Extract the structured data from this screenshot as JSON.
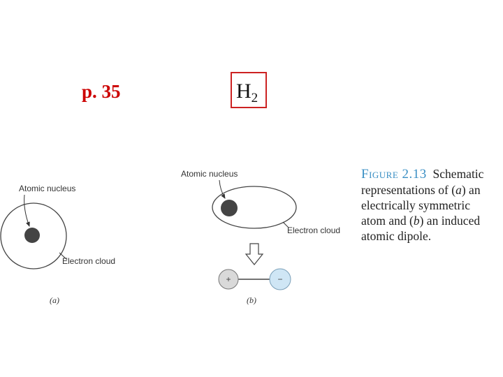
{
  "header": {
    "page_ref": "p. 35",
    "formula_base": "H",
    "formula_sub": "2"
  },
  "figure_a": {
    "nucleus_label": "Atomic nucleus",
    "cloud_label": "Electron cloud",
    "caption": "(a)"
  },
  "figure_b": {
    "nucleus_label": "Atomic nucleus",
    "cloud_label": "Electron cloud",
    "plus_sign": "+",
    "minus_sign": "−",
    "caption": "(b)"
  },
  "caption": {
    "figure_label": "Figure 2.13",
    "line1": "Schematic",
    "line2_pre": "representations of (",
    "line2_a": "a",
    "line2_post": ") an",
    "line3": "electrically symmetric",
    "line4_pre": "atom and (",
    "line4_b": "b",
    "line4_post": ") an induced",
    "line5": "atomic dipole."
  },
  "colors": {
    "page_ref": "#cc0000",
    "formula_box": "#cc2222",
    "figure_label": "#3a8fc4",
    "plus_fill": "#d9d9d9",
    "minus_fill": "#cfe6f5"
  }
}
